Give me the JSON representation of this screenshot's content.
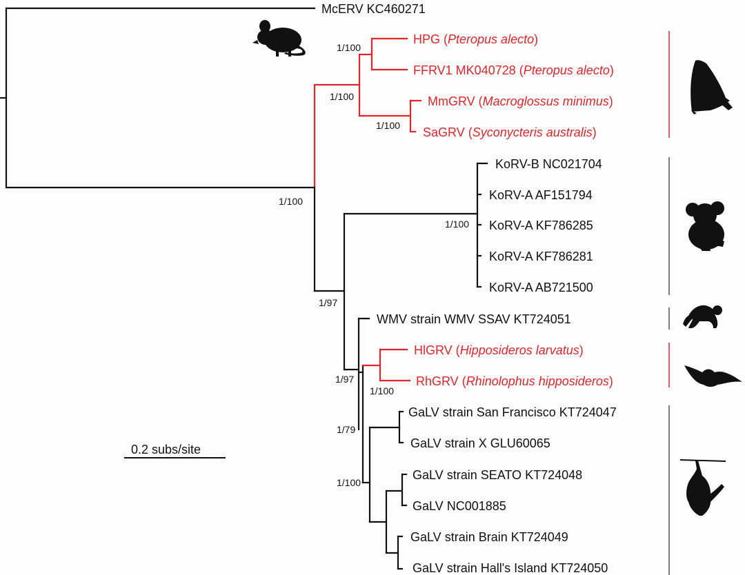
{
  "colors": {
    "black": "#111111",
    "red": "#e0262b",
    "gray": "#555555"
  },
  "scale_bar": {
    "label": "0.2 subs/site"
  },
  "taxa": [
    {
      "id": "mcerv",
      "parts": [
        {
          "t": "McERV KC460271",
          "i": false
        }
      ],
      "color": "black"
    },
    {
      "id": "hpg",
      "parts": [
        {
          "t": "HPG (",
          "i": false
        },
        {
          "t": "Pteropus alecto",
          "i": true
        },
        {
          "t": ")",
          "i": false
        }
      ],
      "color": "red"
    },
    {
      "id": "ffrv1",
      "parts": [
        {
          "t": "FFRV1 MK040728 (",
          "i": false
        },
        {
          "t": "Pteropus alecto",
          "i": true
        },
        {
          "t": ")",
          "i": false
        }
      ],
      "color": "red"
    },
    {
      "id": "mmgrv",
      "parts": [
        {
          "t": "MmGRV (",
          "i": false
        },
        {
          "t": "Macroglossus minimus",
          "i": true
        },
        {
          "t": ")",
          "i": false
        }
      ],
      "color": "red"
    },
    {
      "id": "sagrv",
      "parts": [
        {
          "t": "SaGRV (",
          "i": false
        },
        {
          "t": "Syconycteris australis",
          "i": true
        },
        {
          "t": ")",
          "i": false
        }
      ],
      "color": "red"
    },
    {
      "id": "korvb",
      "parts": [
        {
          "t": "KoRV-B NC021704",
          "i": false
        }
      ],
      "color": "black"
    },
    {
      "id": "korva1",
      "parts": [
        {
          "t": "KoRV-A AF151794",
          "i": false
        }
      ],
      "color": "black"
    },
    {
      "id": "korva2",
      "parts": [
        {
          "t": "KoRV-A KF786285",
          "i": false
        }
      ],
      "color": "black"
    },
    {
      "id": "korva3",
      "parts": [
        {
          "t": "KoRV-A KF786281",
          "i": false
        }
      ],
      "color": "black"
    },
    {
      "id": "korva4",
      "parts": [
        {
          "t": "KoRV-A AB721500",
          "i": false
        }
      ],
      "color": "black"
    },
    {
      "id": "wmv",
      "parts": [
        {
          "t": "WMV strain WMV SSAV KT724051",
          "i": false
        }
      ],
      "color": "black"
    },
    {
      "id": "hlgrv",
      "parts": [
        {
          "t": "HlGRV (",
          "i": false
        },
        {
          "t": "Hipposideros larvatus",
          "i": true
        },
        {
          "t": ")",
          "i": false
        }
      ],
      "color": "red"
    },
    {
      "id": "rhgrv",
      "parts": [
        {
          "t": "RhGRV (",
          "i": false
        },
        {
          "t": "Rhinolophus hipposideros",
          "i": true
        },
        {
          "t": ")",
          "i": false
        }
      ],
      "color": "red"
    },
    {
      "id": "galvsf",
      "parts": [
        {
          "t": "GaLV strain San Francisco KT724047",
          "i": false
        }
      ],
      "color": "black"
    },
    {
      "id": "galvx",
      "parts": [
        {
          "t": "GaLV strain X GLU60065",
          "i": false
        }
      ],
      "color": "black"
    },
    {
      "id": "galvseato",
      "parts": [
        {
          "t": "GaLV strain SEATO KT724048",
          "i": false
        }
      ],
      "color": "black"
    },
    {
      "id": "galvnc",
      "parts": [
        {
          "t": "GaLV NC001885",
          "i": false
        }
      ],
      "color": "black"
    },
    {
      "id": "galvbrain",
      "parts": [
        {
          "t": "GaLV strain Brain KT724049",
          "i": false
        }
      ],
      "color": "black"
    },
    {
      "id": "galvhall",
      "parts": [
        {
          "t": "GaLV strain Hall's Island KT724050",
          "i": false
        }
      ],
      "color": "black"
    }
  ],
  "support": [
    {
      "id": "s-pteropus",
      "text": "1/100"
    },
    {
      "id": "s-pteropodid",
      "text": "1/100"
    },
    {
      "id": "s-mm-sa",
      "text": "1/100"
    },
    {
      "id": "s-ingroup",
      "text": "1/100"
    },
    {
      "id": "s-korv",
      "text": "1/100"
    },
    {
      "id": "s-korv-galv",
      "text": "1/97"
    },
    {
      "id": "s-wmv-bat",
      "text": "1/97"
    },
    {
      "id": "s-hl-rh",
      "text": "1/100"
    },
    {
      "id": "s-galv",
      "text": "1/79"
    },
    {
      "id": "s-galv2",
      "text": "1/100"
    }
  ],
  "silhouettes": [
    {
      "id": "mouse",
      "name": "mouse-silhouette"
    },
    {
      "id": "fruitbat",
      "name": "fruit-bat-silhouette"
    },
    {
      "id": "koala",
      "name": "koala-silhouette"
    },
    {
      "id": "monkey",
      "name": "monkey-silhouette"
    },
    {
      "id": "bat",
      "name": "bat-silhouette"
    },
    {
      "id": "gibbon",
      "name": "gibbon-silhouette"
    }
  ]
}
